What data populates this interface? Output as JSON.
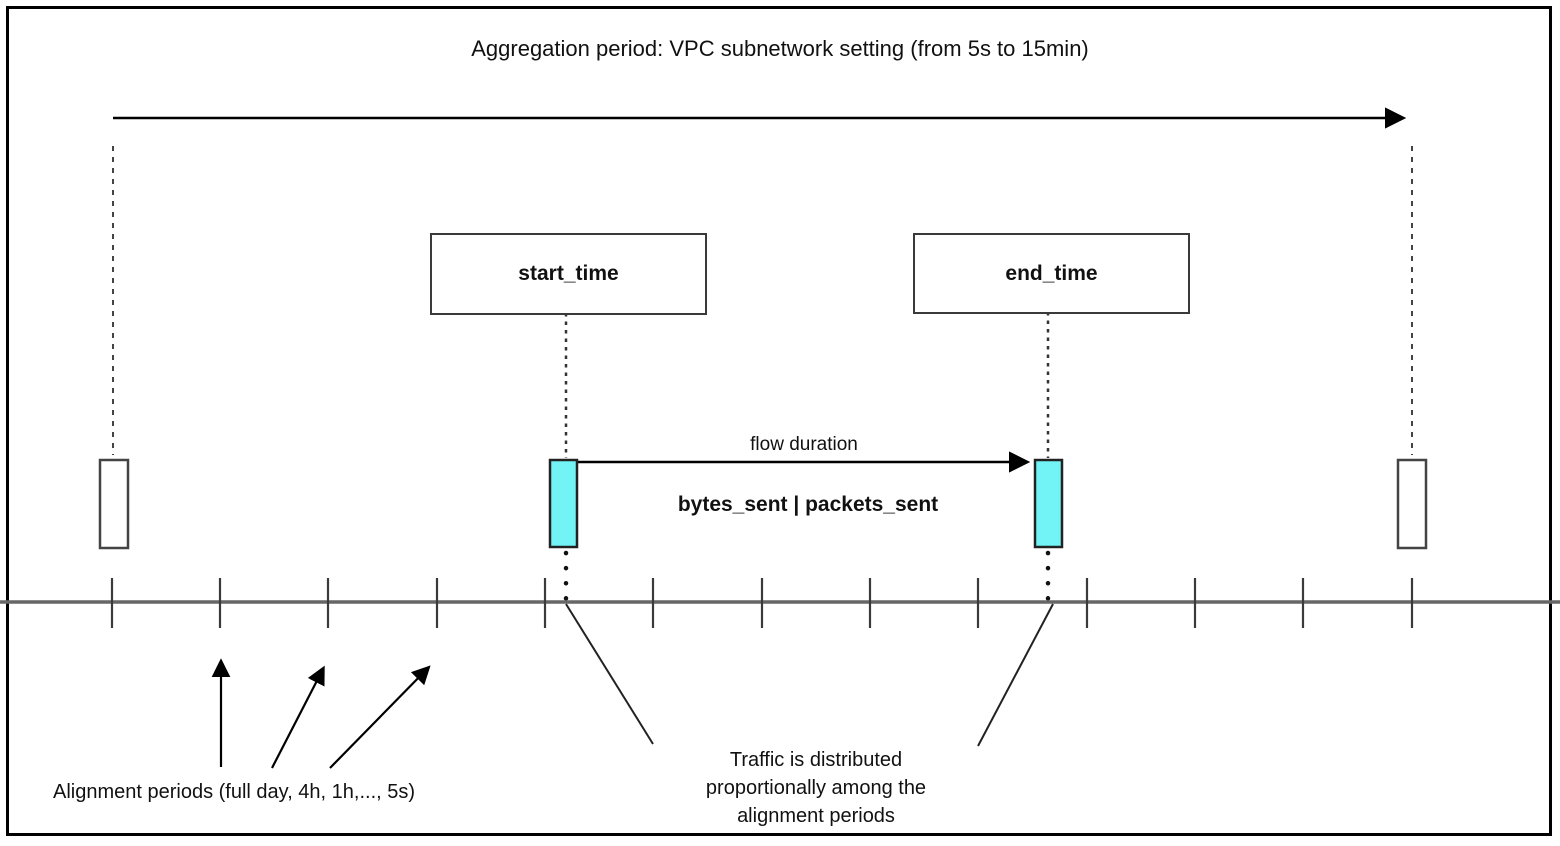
{
  "diagram": {
    "title": "Aggregation period: VPC subnetwork setting (from 5s to 15min)",
    "start_box_label": "start_time",
    "end_box_label": "end_time",
    "flow_duration_label": "flow duration",
    "metrics_label": "bytes_sent | packets_sent",
    "alignment_label": "Alignment periods (full day, 4h, 1h,..., 5s)",
    "traffic_note": "Traffic is distributed\nproportionally among the\nalignment periods",
    "colors": {
      "highlight": "#72F3F5",
      "timeline": "#666666",
      "line": "#000000"
    }
  }
}
